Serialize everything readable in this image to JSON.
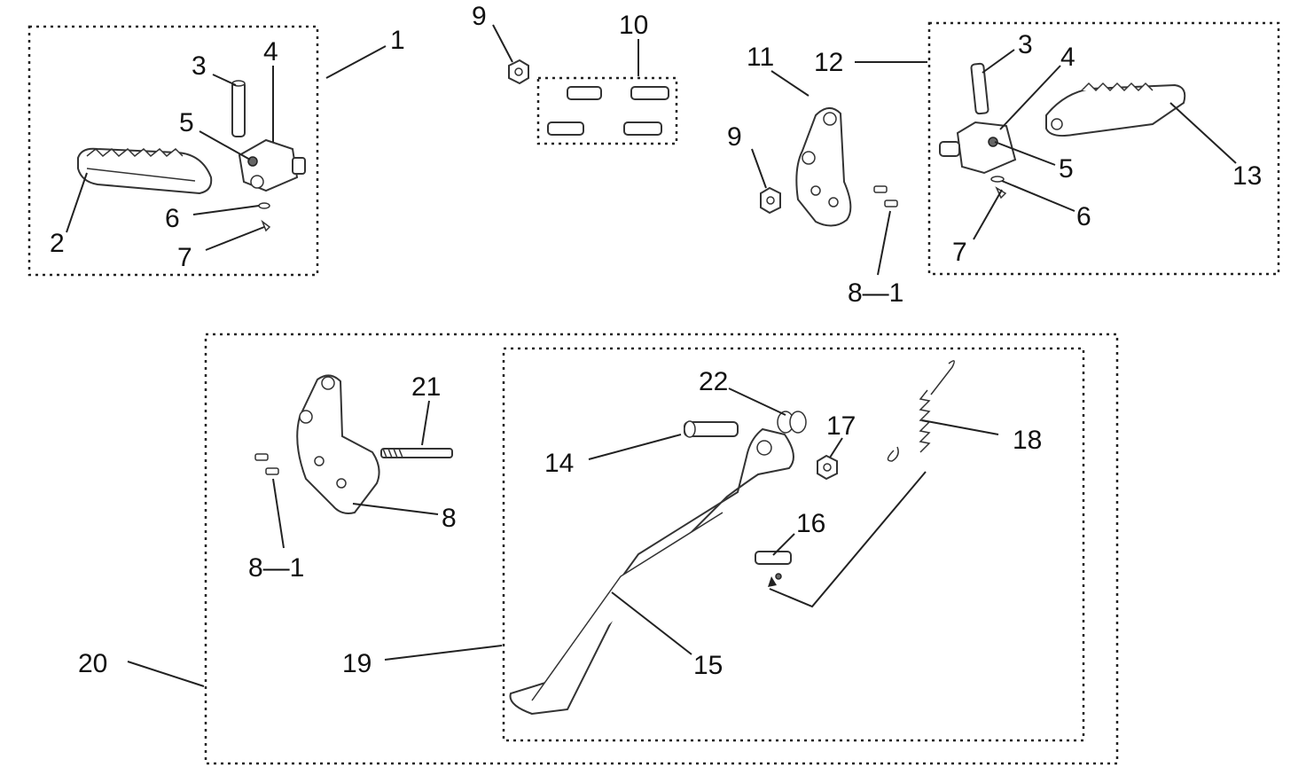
{
  "diagram": {
    "callouts": {
      "c1": "1",
      "c2": "2",
      "c3a": "3",
      "c4a": "4",
      "c5a": "5",
      "c6a": "6",
      "c7a": "7",
      "c9a": "9",
      "c10": "10",
      "c11": "11",
      "c12": "12",
      "c9b": "9",
      "c3b": "3",
      "c4b": "4",
      "c5b": "5",
      "c6b": "6",
      "c7b": "7",
      "c13": "13",
      "c81a": "8—1",
      "c21": "21",
      "c8": "8",
      "c81b": "8—1",
      "c22": "22",
      "c14": "14",
      "c17": "17",
      "c18": "18",
      "c16": "16",
      "c20": "20",
      "c19": "19",
      "c15": "15"
    },
    "colors": {
      "line": "#222222",
      "background": "#ffffff"
    }
  }
}
